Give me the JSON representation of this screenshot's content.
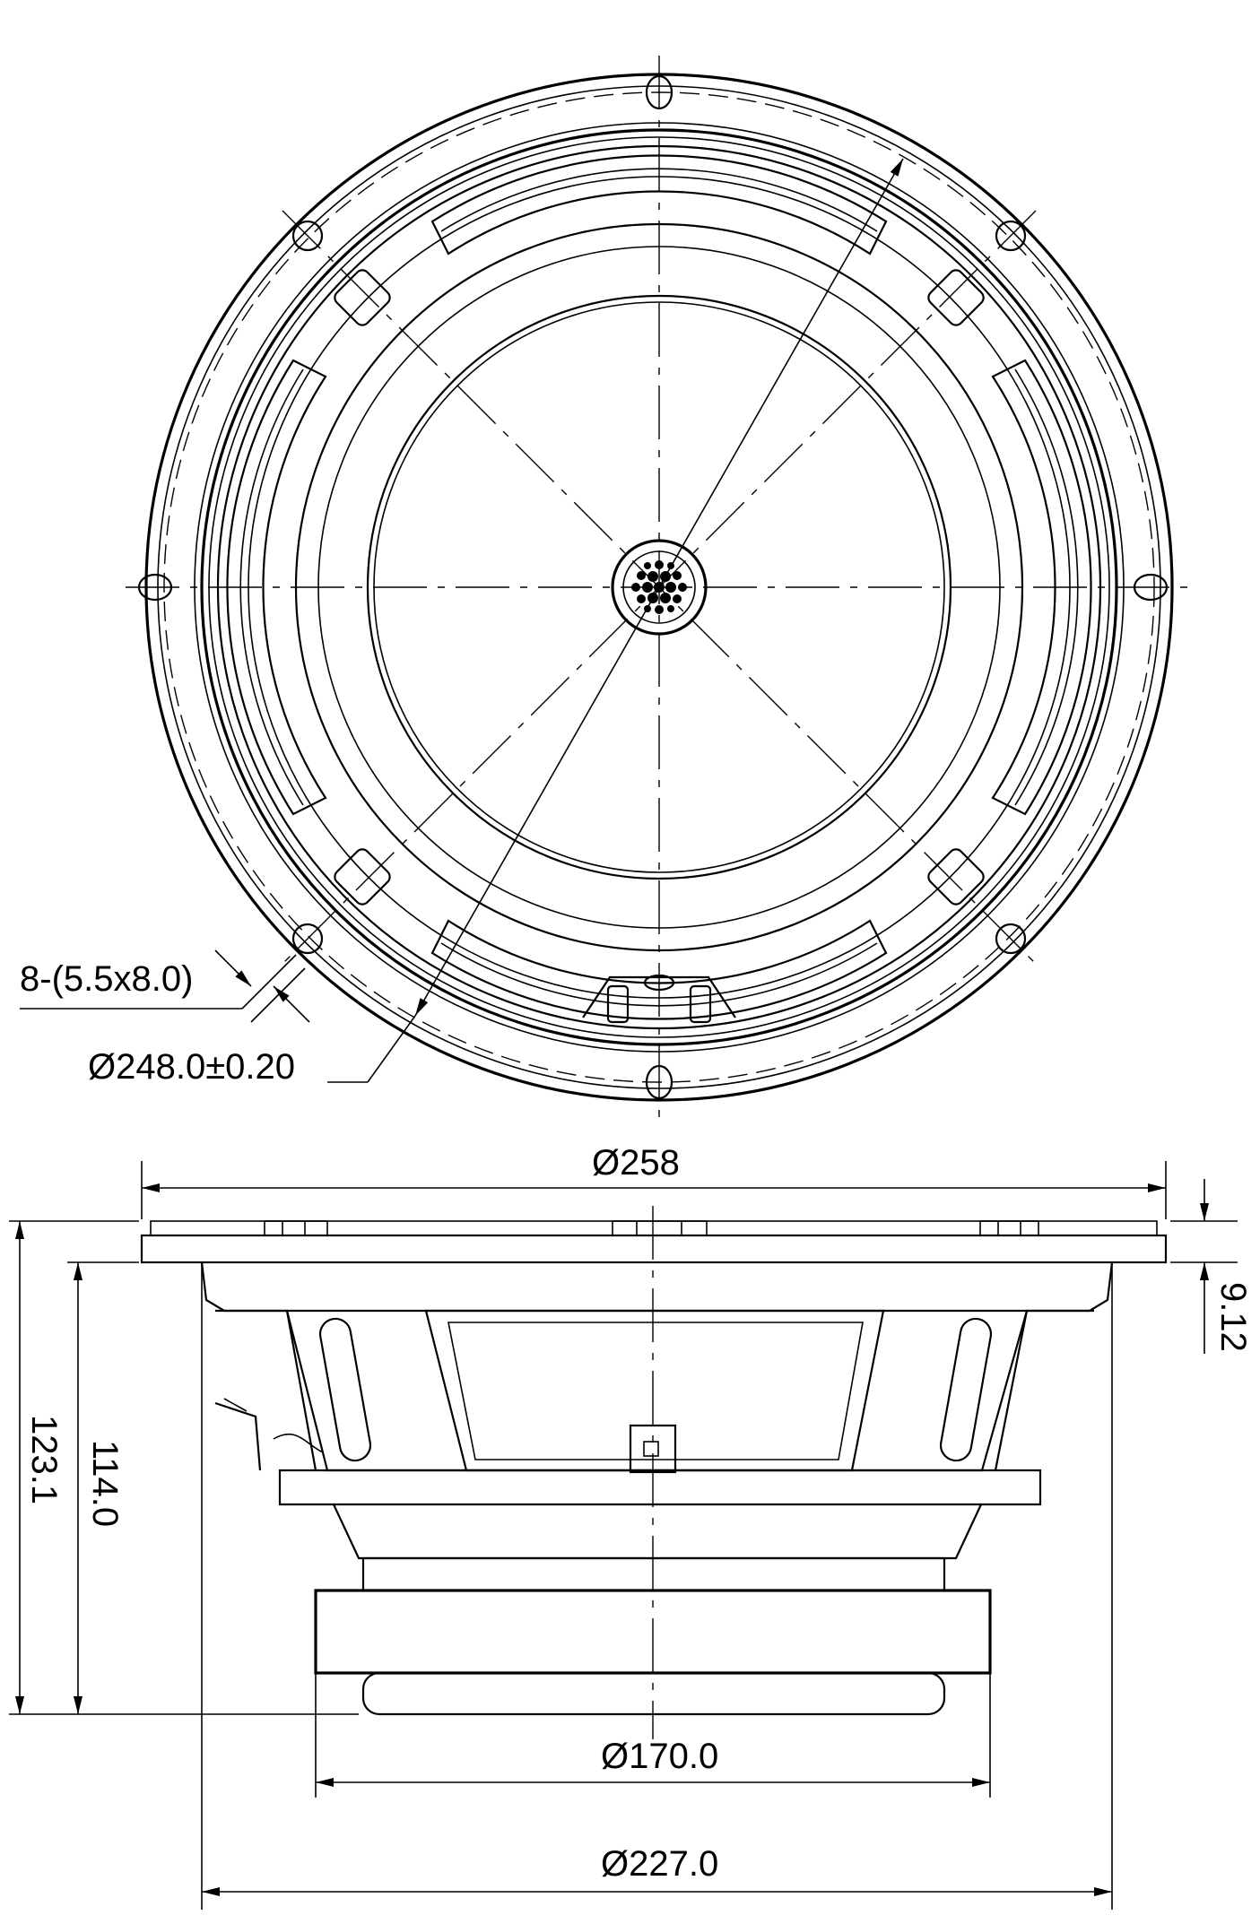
{
  "dimensions": {
    "mount_holes": "8-(5.5x8.0)",
    "bolt_circle": "Ø248.0±0.20",
    "outer_diameter": "Ø258",
    "flange_thickness": "9.12",
    "overall_depth": "123.1",
    "mounting_depth": "114.0",
    "magnet_diameter": "Ø170.0",
    "cutout_diameter": "Ø227.0"
  }
}
